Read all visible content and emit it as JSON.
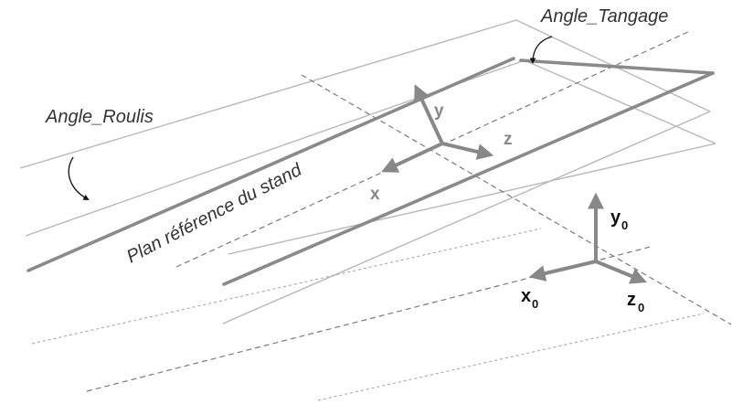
{
  "labels": {
    "angle_tangage": "Angle_Tangage",
    "angle_roulis": "Angle_Roulis",
    "plan_reference": "Plan référence du stand",
    "axis_y": "y",
    "axis_z": "z",
    "axis_x": "x",
    "axis_y0_base": "y",
    "axis_y0_sub": "0",
    "axis_x0_base": "x",
    "axis_x0_sub": "0",
    "axis_z0_base": "z",
    "axis_z0_sub": "0"
  },
  "colors": {
    "thin_lines": "#b8b8b8",
    "thick_lines": "#8a8a8a",
    "dashed_lines": "#7a7a7a",
    "axis_gray": "#888888",
    "text_dark": "#333333"
  }
}
